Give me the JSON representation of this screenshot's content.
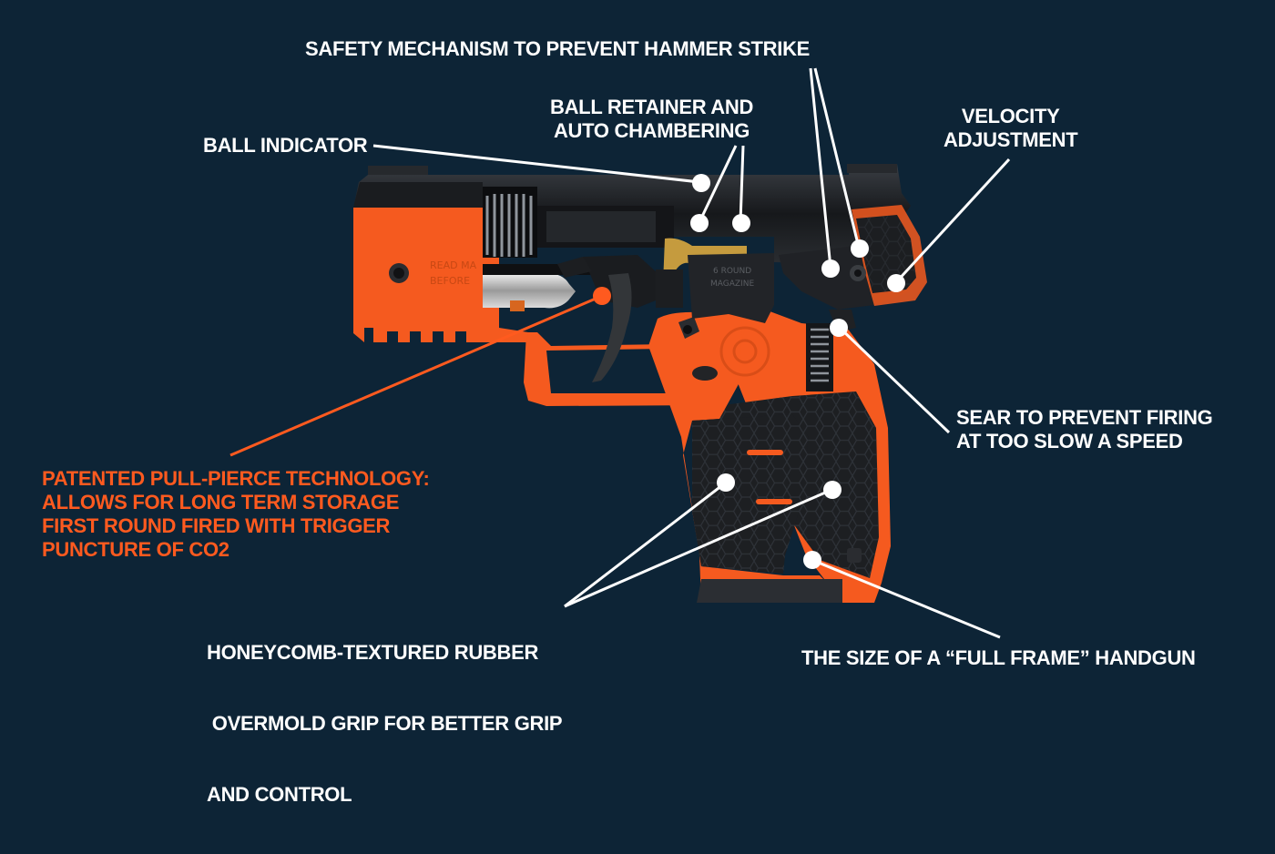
{
  "colors": {
    "background": "#0d2436",
    "accent_orange": "#f55a1f",
    "label_white": "#ffffff",
    "label_orange": "#ff5a1f",
    "gun_black": "#1b1d20"
  },
  "diagram": {
    "subject": "pistol-cutaway-illustration",
    "engravings": {
      "frame_text_line1": "READ MA",
      "frame_text_line2": "BEFORE",
      "magazine_text_line1": "6 ROUND",
      "magazine_text_line2": "MAGAZINE"
    }
  },
  "labels": {
    "safety": "SAFETY MECHANISM TO PREVENT HAMMER STRIKE",
    "ball_retainer": [
      "BALL RETAINER AND",
      "AUTO CHAMBERING"
    ],
    "ball_indicator": "BALL INDICATOR",
    "velocity": [
      "VELOCITY",
      "ADJUSTMENT"
    ],
    "sear": [
      "SEAR TO PREVENT FIRING",
      "AT TOO SLOW A SPEED"
    ],
    "pull_pierce": [
      "PATENTED PULL-PIERCE TECHNOLOGY:",
      "ALLOWS FOR LONG TERM STORAGE",
      "FIRST ROUND FIRED WITH TRIGGER",
      "PUNCTURE OF CO2"
    ],
    "grip": [
      "HONEYCOMB-TEXTURED RUBBER",
      " OVERMOLD GRIP FOR BETTER GRIP",
      "AND CONTROL"
    ],
    "full_frame": "THE SIZE OF A “FULL FRAME” HANDGUN"
  }
}
